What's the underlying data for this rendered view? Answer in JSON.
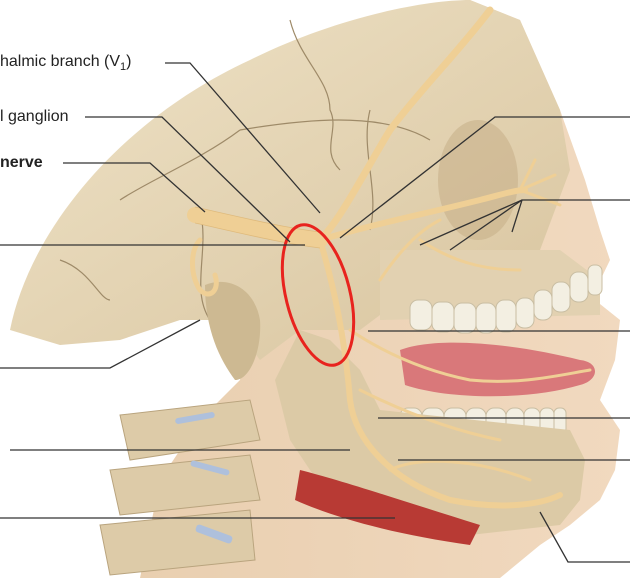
{
  "diagram": {
    "subject": "Trigeminal nerve (lateral view of head with skull, mandible, tongue and cervical vertebrae)",
    "colors": {
      "background": "#ffffff",
      "skull": "#e6d6b8",
      "skull_shadow": "#cdb992",
      "skin": "#ecd2b4",
      "nerve": "#efcf95",
      "nerve_outline": "#d6ad6a",
      "tongue": "#d9787a",
      "teeth": "#f3efe2",
      "muscle": "#b83a34",
      "disc": "#aec0dc",
      "leader_line": "#333333",
      "highlight_ellipse": "#e8231e"
    },
    "labels": [
      {
        "id": "ophthalmic",
        "text": "halmic branch (V",
        "sub": "1",
        "suffix": ")",
        "bold": false
      },
      {
        "id": "ganglion",
        "text": "l ganglion",
        "bold": false
      },
      {
        "id": "nerve",
        "text": " nerve",
        "bold": true
      }
    ],
    "unlabeled_leaders": [
      "left-mid-1",
      "left-mid-2",
      "left-lower-1",
      "left-lower-2",
      "right-upper-1",
      "right-upper-2",
      "right-mid-1",
      "right-lower-1",
      "right-lower-2",
      "right-bottom"
    ],
    "highlight": {
      "shape": "ellipse",
      "color": "#e8231e",
      "description": "red ellipse around trigeminal ganglion region"
    }
  }
}
